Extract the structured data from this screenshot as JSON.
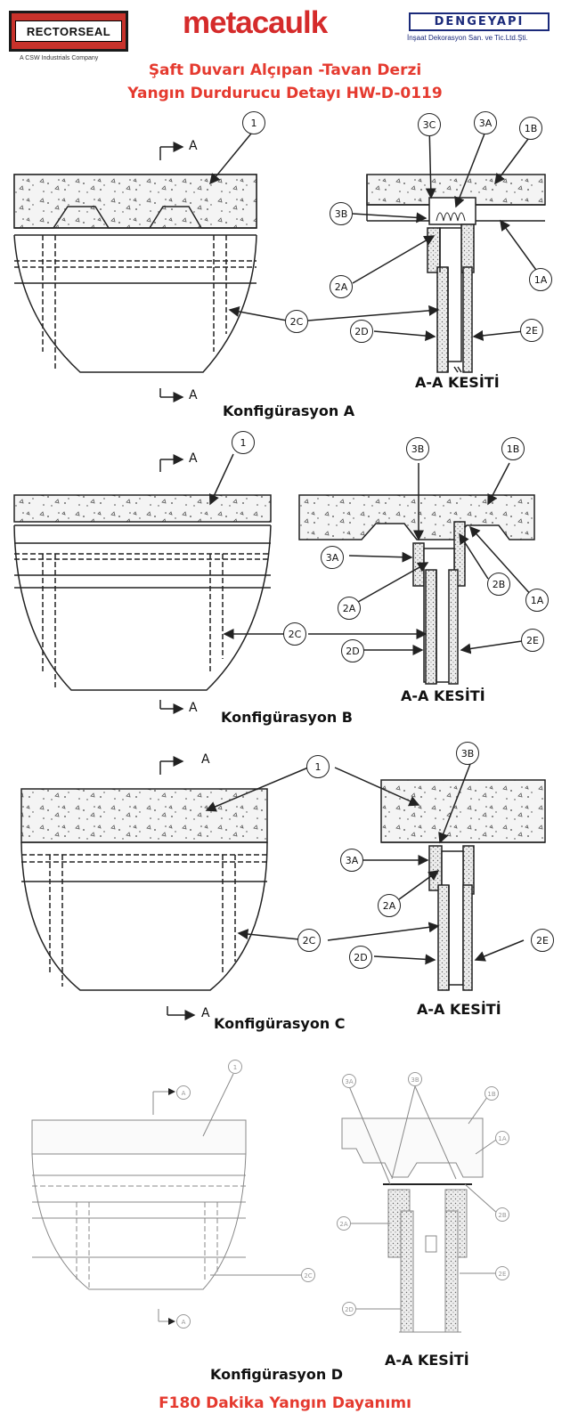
{
  "header": {
    "rectorseal": {
      "name": "RECTORSEAL",
      "tagline": "A CSW Industrials Company"
    },
    "metacaulk": "metacaulk",
    "dengeyapi": {
      "name": "DENGEYAPI",
      "tagline": "İnşaat Dekorasyon San. ve Tic.Ltd.Şti."
    },
    "title_line1": "Şaft Duvarı Alçıpan -Tavan Derzi",
    "title_line2": "Yangın Durdurucu Detayı HW-D-0119"
  },
  "section_marker": "A",
  "section_title": "A-A KESİTİ",
  "configs": [
    {
      "label": "Konfigürasyon A",
      "tags": {
        "t1": "1",
        "t3c": "3C",
        "t3a": "3A",
        "t1b": "1B",
        "t3b": "3B",
        "t2a": "2A",
        "t1a": "1A",
        "t2c": "2C",
        "t2d": "2D",
        "t2e": "2E"
      }
    },
    {
      "label": "Konfigürasyon B",
      "tags": {
        "t1": "1",
        "t3b": "3B",
        "t1b": "1B",
        "t3a": "3A",
        "t2b": "2B",
        "t2a": "2A",
        "t1a": "1A",
        "t2c": "2C",
        "t2d": "2D",
        "t2e": "2E"
      }
    },
    {
      "label": "Konfigürasyon C",
      "tags": {
        "t1": "1",
        "t3b": "3B",
        "t3a": "3A",
        "t2a": "2A",
        "t2c": "2C",
        "t2d": "2D",
        "t2e": "2E"
      }
    },
    {
      "label": "Konfigürasyon D",
      "tags": {
        "t1": "1",
        "t3a": "3A",
        "t3b": "3B",
        "t1b": "1B",
        "t1a": "1A",
        "t2b": "2B",
        "t2a": "2A",
        "t2c": "2C",
        "t2d": "2D",
        "t2e": "2E"
      }
    }
  ],
  "footer": "F180 Dakika Yangın Dayanımı",
  "colors": {
    "accent_red": "#e53a2f",
    "navy": "#1b2a7a",
    "line": "#222222"
  }
}
